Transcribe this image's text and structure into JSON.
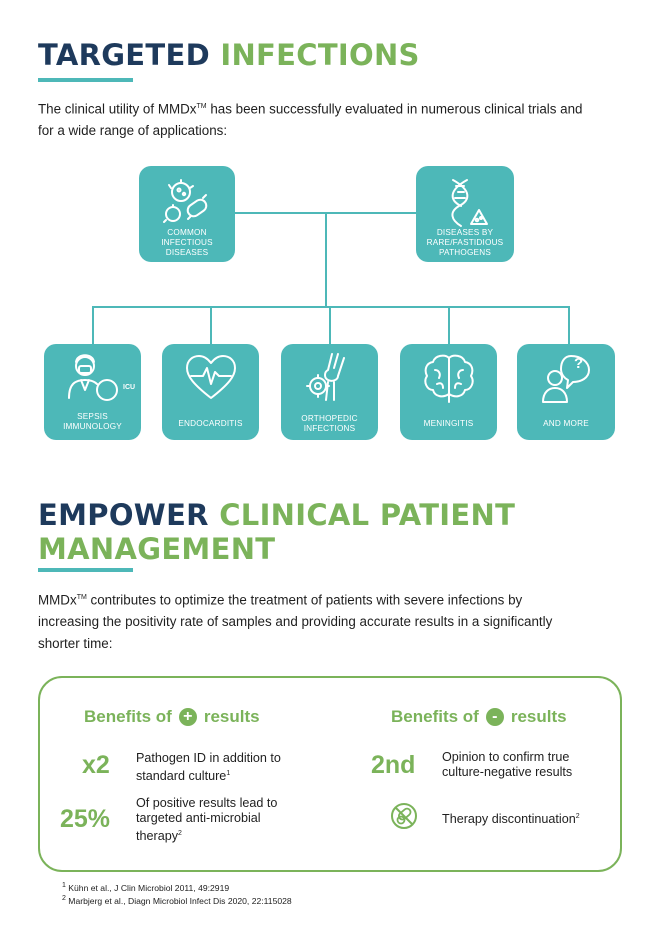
{
  "section1": {
    "title_a": "TARGETED",
    "title_b": "INFECTIONS",
    "intro_pre": "The clinical utility of MMDx",
    "intro_tm": "TM",
    "intro_line1_rest": " has been successfully evaluated in numerous clinical trials and",
    "intro_line2": "for a wide range of applications:"
  },
  "top_boxes": [
    {
      "label_lines": [
        "COMMON",
        "INFECTIOUS",
        "DISEASES"
      ],
      "icon": "bacteria-icon"
    },
    {
      "label_lines": [
        "DISEASES BY",
        "RARE/FASTIDIOUS",
        "PATHOGENS"
      ],
      "icon": "dna-icon"
    }
  ],
  "bottom_boxes": [
    {
      "label_lines": [
        "SEPSIS",
        "IMMUNOLOGY"
      ],
      "icon": "doctor-icu-icon",
      "icu": "ICU"
    },
    {
      "label_lines": [
        "ENDOCARDITIS"
      ],
      "icon": "heart-pulse-icon"
    },
    {
      "label_lines": [
        "ORTHOPEDIC",
        "INFECTIONS"
      ],
      "icon": "joint-icon"
    },
    {
      "label_lines": [
        "MENINGITIS"
      ],
      "icon": "brain-icon"
    },
    {
      "label_lines": [
        "AND MORE"
      ],
      "icon": "person-question-icon",
      "q": "?"
    }
  ],
  "section2": {
    "title_line1_a": "EMPOWER",
    "title_line1_b": "CLINICAL PATIENT",
    "title_line2": "MANAGEMENT",
    "para_l1_pre": "MMDx",
    "para_tm": "TM",
    "para_l1_rest": " contributes to optimize the treatment of patients with severe infections by",
    "para_l2": "increasing the positivity rate of samples and providing accurate results in a significantly",
    "para_l3": "shorter time:"
  },
  "benefits": {
    "pos_title_a": "Benefits of",
    "pos_sign": "+",
    "pos_title_b": "results",
    "neg_title_a": "Benefits of",
    "neg_sign": "-",
    "neg_title_b": "results",
    "pos_items": [
      {
        "stat": "x2",
        "lines": [
          "Pathogen ID in addition to",
          "standard culture"
        ],
        "sup": "1"
      },
      {
        "stat": "25%",
        "lines": [
          "Of positive results lead to",
          "targeted anti-microbial",
          "therapy"
        ],
        "sup": "2"
      }
    ],
    "neg_items": [
      {
        "stat": "2nd",
        "lines": [
          "Opinion to confirm true",
          "culture-negative results"
        ],
        "sup": ""
      },
      {
        "icon": "no-pills-icon",
        "lines": [
          "Therapy discontinuation"
        ],
        "sup": "2"
      }
    ]
  },
  "footnotes": [
    {
      "num": "1",
      "text": "Kühn et al., J Clin Microbiol 2011, 49:2919"
    },
    {
      "num": "2",
      "text": "Marbjerg et al., Diagn Microbiol Infect Dis 2020, 22:115028"
    }
  ],
  "colors": {
    "teal": "#4db8b8",
    "navy": "#1e3a5c",
    "green": "#7bb35a"
  }
}
